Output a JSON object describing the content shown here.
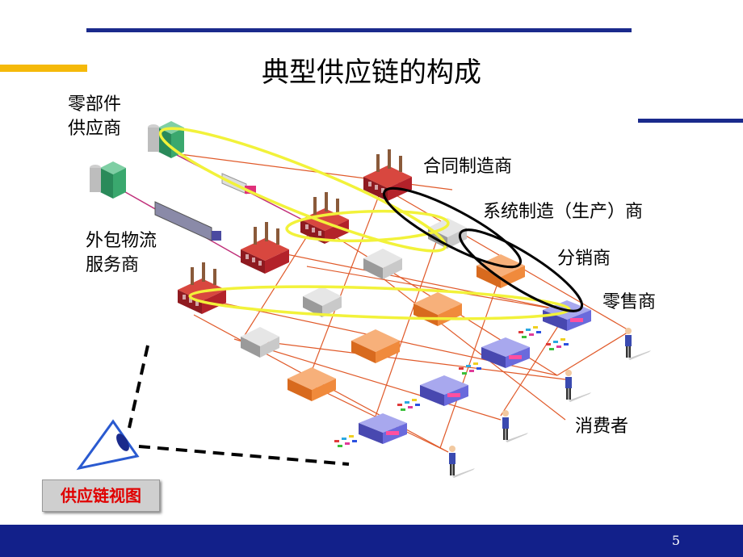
{
  "slide": {
    "title": "典型供应链的构成",
    "page_number": "5"
  },
  "labels": {
    "parts_supplier_line1": "零部件",
    "parts_supplier_line2": "供应商",
    "logistics_line1": "外包物流",
    "logistics_line2": "服务商",
    "contract_manufacturer": "合同制造商",
    "system_manufacturer": "系统制造（生产）商",
    "distributor": "分销商",
    "retailer": "零售商",
    "consumer": "消费者"
  },
  "view_button": {
    "label": "供应链视图"
  },
  "colors": {
    "accent_blue": "#1a2a8c",
    "accent_yellow": "#f5b90a",
    "grid_line": "#e05a2a",
    "highlight_ring": "#f2f23a",
    "factory": "#b3222a",
    "warehouse": "#f08a3c",
    "retail": "#6a6adc"
  },
  "icons": {
    "supplier": "office-building-icon",
    "factory": "factory-icon",
    "warehouse": "warehouse-icon",
    "retail": "store-icon",
    "consumer": "person-icon",
    "viewer": "eye-icon"
  }
}
